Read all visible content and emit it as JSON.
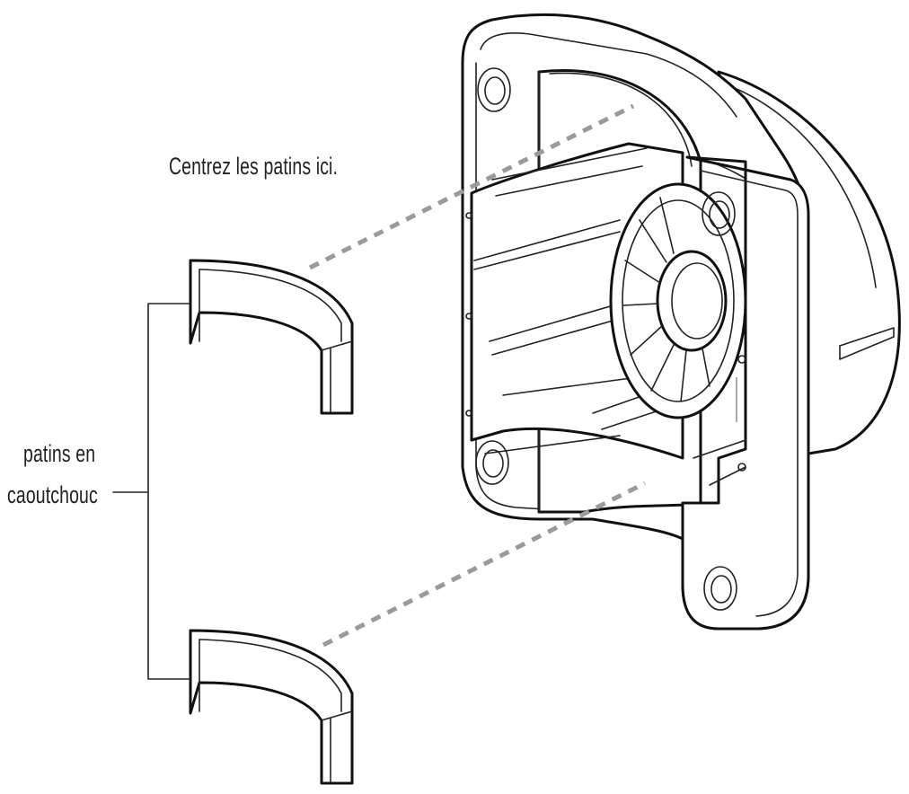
{
  "labels": {
    "center_pads": "Centrez les patins ici.",
    "rubber_pads_line1": "patins en",
    "rubber_pads_line2": "caoutchouc"
  },
  "colors": {
    "line": "#111111",
    "guide_dash": "#9a9a9a",
    "background": "#ffffff"
  }
}
